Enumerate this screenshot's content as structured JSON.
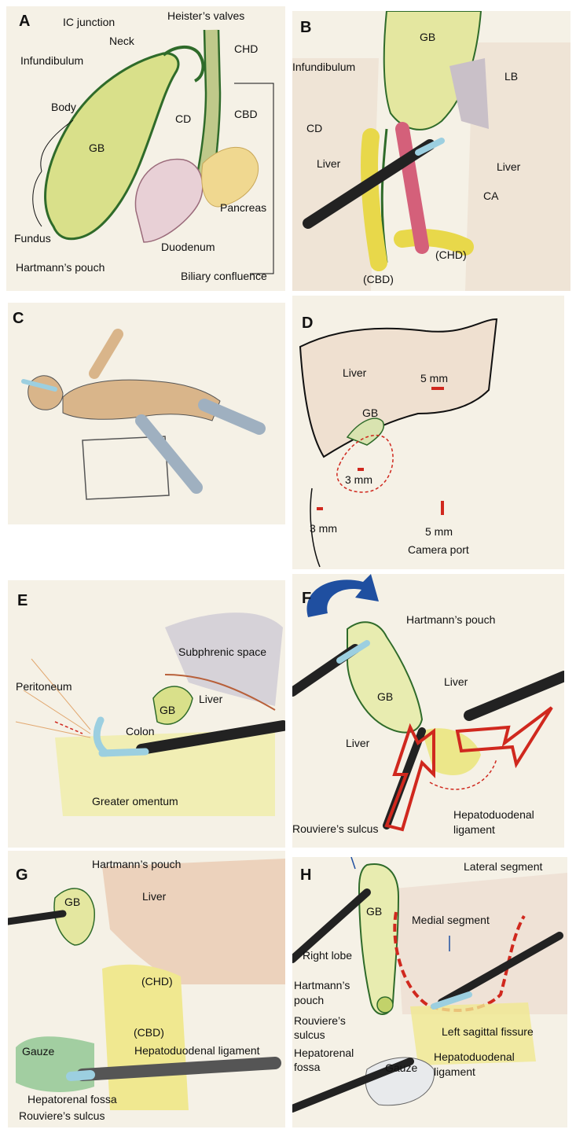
{
  "panels": {
    "A": {
      "letter": "A",
      "labels": {
        "ic_junction": "IC junction",
        "heisters_valves": "Heister’s valves",
        "neck": "Neck",
        "infundibulum": "Infundibulum",
        "body": "Body",
        "gb": "GB",
        "cd": "CD",
        "chd": "CHD",
        "cbd": "CBD",
        "pancreas": "Pancreas",
        "duodenum": "Duodenum",
        "fundus": "Fundus",
        "hartmanns_pouch": "Hartmann’s pouch",
        "biliary_confluence": "Biliary confluence"
      }
    },
    "B": {
      "letter": "B",
      "labels": {
        "gb": "GB",
        "infundibulum": "Infundibulum",
        "lb": "LB",
        "cd": "CD",
        "liver_left": "Liver",
        "liver_right": "Liver",
        "ca": "CA",
        "chd": "(CHD)",
        "cbd": "(CBD)"
      }
    },
    "C": {
      "letter": "C"
    },
    "D": {
      "letter": "D",
      "labels": {
        "liver": "Liver",
        "port_5mm_top": "5 mm",
        "gb": "GB",
        "port_3mm_mid": "3 mm",
        "port_3mm_left": "3 mm",
        "port_5mm_bottom": "5 mm",
        "camera_port": "Camera port"
      }
    },
    "E": {
      "letter": "E",
      "labels": {
        "subphrenic_space": "Subphrenic space",
        "peritoneum": "Peritoneum",
        "liver": "Liver",
        "gb": "GB",
        "colon": "Colon",
        "greater_omentum": "Greater omentum"
      }
    },
    "F": {
      "letter": "F",
      "labels": {
        "hartmanns_pouch": "Hartmann’s pouch",
        "gb": "GB",
        "liver_right": "Liver",
        "liver_left": "Liver",
        "rouvieres_sulcus": "Rouviere’s sulcus",
        "hepatoduodenal_1": "Hepatoduodenal",
        "hepatoduodenal_2": "ligament"
      }
    },
    "G": {
      "letter": "G",
      "labels": {
        "hartmanns_pouch": "Hartmann’s pouch",
        "gb": "GB",
        "liver": "Liver",
        "chd": "(CHD)",
        "cbd": "(CBD)",
        "gauze": "Gauze",
        "hepatoduodenal": "Hepatoduodenal ligament",
        "hepatorenal_fossa": "Hepatorenal fossa",
        "rouvieres_sulcus": "Rouviere’s sulcus"
      }
    },
    "H": {
      "letter": "H",
      "labels": {
        "lateral_segment": "Lateral segment",
        "gb": "GB",
        "medial_segment": "Medial segment",
        "right_lobe": "Right lobe",
        "hartmanns_1": "Hartmann’s",
        "hartmanns_2": "pouch",
        "rouvieres_1": "Rouviere’s",
        "rouvieres_2": "sulcus",
        "left_sagittal": "Left sagittal fissure",
        "hepatorenal_1": "Hepatorenal",
        "hepatorenal_2": "fossa",
        "gauze": "Gauze",
        "hepatoduodenal_1": "Hepatoduodenal",
        "hepatoduodenal_2": "ligament"
      }
    }
  },
  "colors": {
    "paper": "#f5f1e6",
    "gb_fill": "#d9e08a",
    "gb_outline": "#2f6b2a",
    "fat_yellow": "#e8e06a",
    "liver_brown": "#c98a5a",
    "port_red": "#d0281e",
    "arrow_blue": "#1f4fa0",
    "artery_pink": "#d4607a",
    "instrument": "#222222",
    "instrument_tip": "#9ccfe0"
  }
}
